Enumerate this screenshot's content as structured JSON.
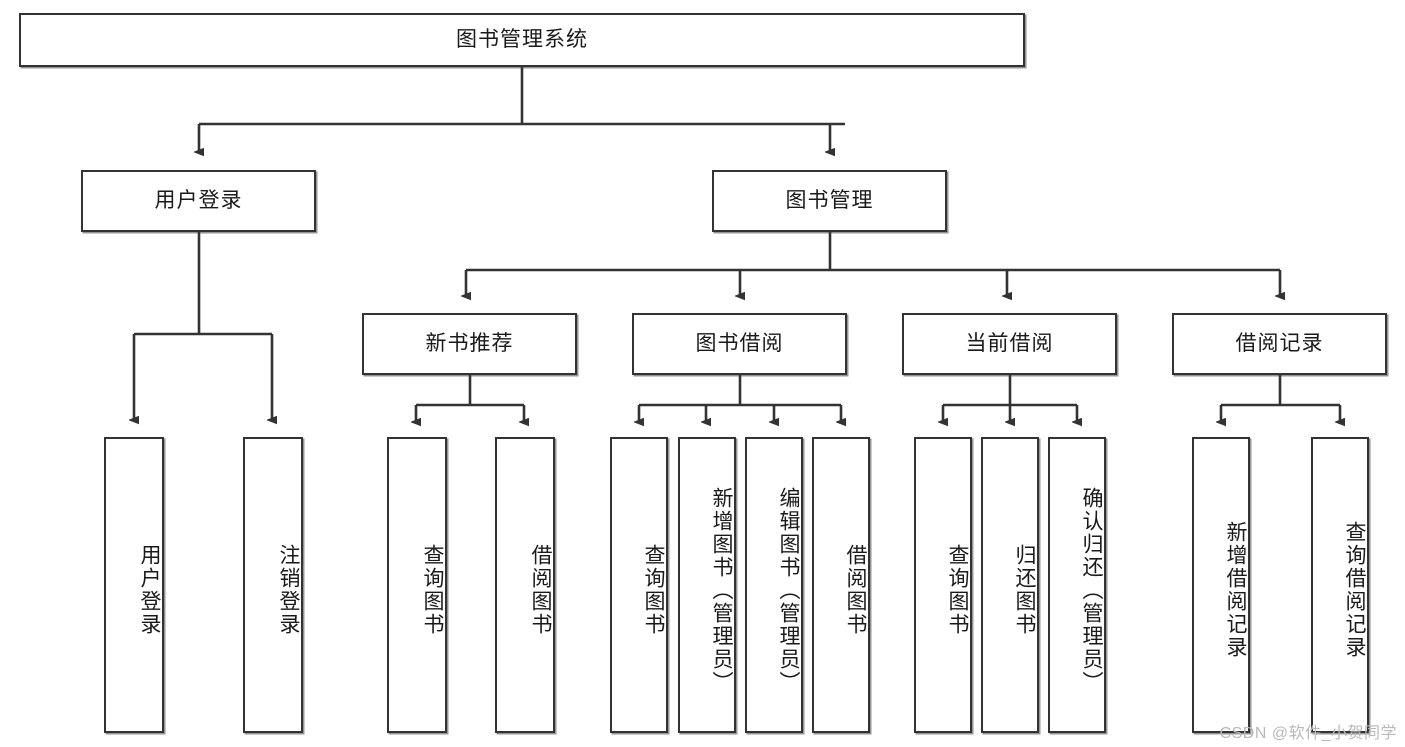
{
  "diagram": {
    "title": "图书管理系统",
    "watermark": "CSDN @软件_小贺同学",
    "colors": {
      "stroke": "#333333",
      "box_fill": "#ffffff",
      "text": "#1a1a1a",
      "background": "#ffffff",
      "watermark": "#b9b9b9"
    },
    "nodes": {
      "root": {
        "label": "图书管理系统"
      },
      "level2": [
        {
          "id": "user-login",
          "label": "用户登录"
        },
        {
          "id": "book-manage",
          "label": "图书管理"
        }
      ],
      "level3": [
        {
          "id": "new-book-recommend",
          "label": "新书推荐"
        },
        {
          "id": "book-borrow",
          "label": "图书借阅"
        },
        {
          "id": "current-borrow",
          "label": "当前借阅"
        },
        {
          "id": "borrow-record",
          "label": "借阅记录"
        }
      ],
      "leaves": {
        "user-login": [
          {
            "id": "leaf-user-login",
            "label": "用户登录"
          },
          {
            "id": "leaf-logout-login",
            "label": "注销登录"
          }
        ],
        "new-book-recommend": [
          {
            "id": "leaf-query-book-1",
            "label": "查询图书"
          },
          {
            "id": "leaf-borrow-book-1",
            "label": "借阅图书"
          }
        ],
        "book-borrow": [
          {
            "id": "leaf-query-book-2",
            "label": "查询图书"
          },
          {
            "id": "leaf-add-book",
            "label": "新增图书（管理员）"
          },
          {
            "id": "leaf-edit-book",
            "label": "编辑图书（管理员）"
          },
          {
            "id": "leaf-borrow-book-2",
            "label": "借阅图书"
          }
        ],
        "current-borrow": [
          {
            "id": "leaf-query-book-3",
            "label": "查询图书"
          },
          {
            "id": "leaf-return-book",
            "label": "归还图书"
          },
          {
            "id": "leaf-confirm-return",
            "label": "确认归还（管理员）"
          }
        ],
        "borrow-record": [
          {
            "id": "leaf-add-record",
            "label": "新增借阅记录"
          },
          {
            "id": "leaf-query-record",
            "label": "查询借阅记录"
          }
        ]
      }
    }
  }
}
